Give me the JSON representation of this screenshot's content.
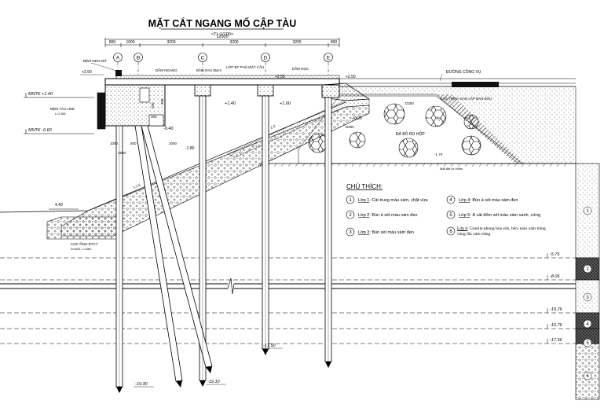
{
  "title": "MẶT CẮT NGANG MỐ CẬP TÀU",
  "scale": "<TL:1/100>",
  "dimensions": {
    "total": "12000",
    "segments": [
      "800",
      "1000",
      "3200",
      "3200",
      "3200",
      "800"
    ]
  },
  "axes": [
    "A",
    "B",
    "C",
    "D",
    "E"
  ],
  "labels": {
    "dem_neo": "ĐỆM NEO 50T",
    "dam_ngang": "DẦM NGANG",
    "ban_san": "BẢN SÀN 35cm",
    "lop_be_tong": "LỚP BT PHỦ MẶT CẦU",
    "dam_doc": "DẦM DỌC",
    "duong_cong_vu": "ĐƯỜNG CÔNG VỤ",
    "cao_trinh": "CAO TRÌNH SAN LẤP BAN ĐẦU",
    "da_do_ro": "ĐÁ BỎ RỌ HỘP",
    "dem_tau": "ĐỆM TÀU LMD",
    "dem_tau_sub": "L=2.5M",
    "coc_ong": "CỌC ỐNG BTCT",
    "coc_ong_sub": "D=600, L=18m",
    "mat_dat": "Mặt đất tự nhiên",
    "mntk_high": "MNTK +1.40",
    "mntk_low": "MNTK -0.60",
    "slope_a": "1:2",
    "slope_b": "1:1.5",
    "slope_c": "1:2",
    "rock_size_a": "D300",
    "rock_size_b": "D300",
    "dim_200": "200",
    "dim_2000": "2000",
    "dim_250": "250",
    "dim_2500": "2500",
    "dim_1000": "1000",
    "dim_300": "300",
    "dim_500": "500"
  },
  "elevations": {
    "top_left": "+2.50",
    "top_mid": "+2.50",
    "top_right": "+2.50",
    "deck_1": "+1.40",
    "deck_2": "+1.00",
    "beam_low": "-0.40",
    "beam_mid": "+0.20",
    "toe": "-1.80",
    "seabed": "4.40",
    "rock_toe": "-1.70",
    "layer_1": "-5.76",
    "layer_2": "-8.06",
    "layer_3": "-15.76",
    "layer_4": "-16.76",
    "pile_short": "-17.50",
    "layer_5": "-17.56",
    "pile_a": "-19.30",
    "pile_b": "-19.10"
  },
  "legend": {
    "heading": "CHÚ THÍCH:",
    "items": [
      {
        "num": "1",
        "layer": "Lớp 1",
        "text": ": Cát trung màu xám, chặt vừa"
      },
      {
        "num": "2",
        "layer": "Lớp 2",
        "text": ": Bùn á sét màu xám đen"
      },
      {
        "num": "3",
        "layer": "Lớp 3",
        "text": ": Bùn sét màu xám đen"
      },
      {
        "num": "4",
        "layer": "Lớp 4",
        "text": ": Bùn á sét màu xám đen"
      },
      {
        "num": "5",
        "layer": "Lớp 5",
        "text": ": Á cát đốm sét màu xám xanh, cứng"
      },
      {
        "num": "6",
        "layer": "Lớp 6",
        "text": ": Granite phong hóa yếu, bền, màu xám trắng vàng lẫn xám trắng"
      }
    ]
  },
  "borehole_labels": [
    "1",
    "2",
    "3",
    "4",
    "5",
    "6"
  ]
}
